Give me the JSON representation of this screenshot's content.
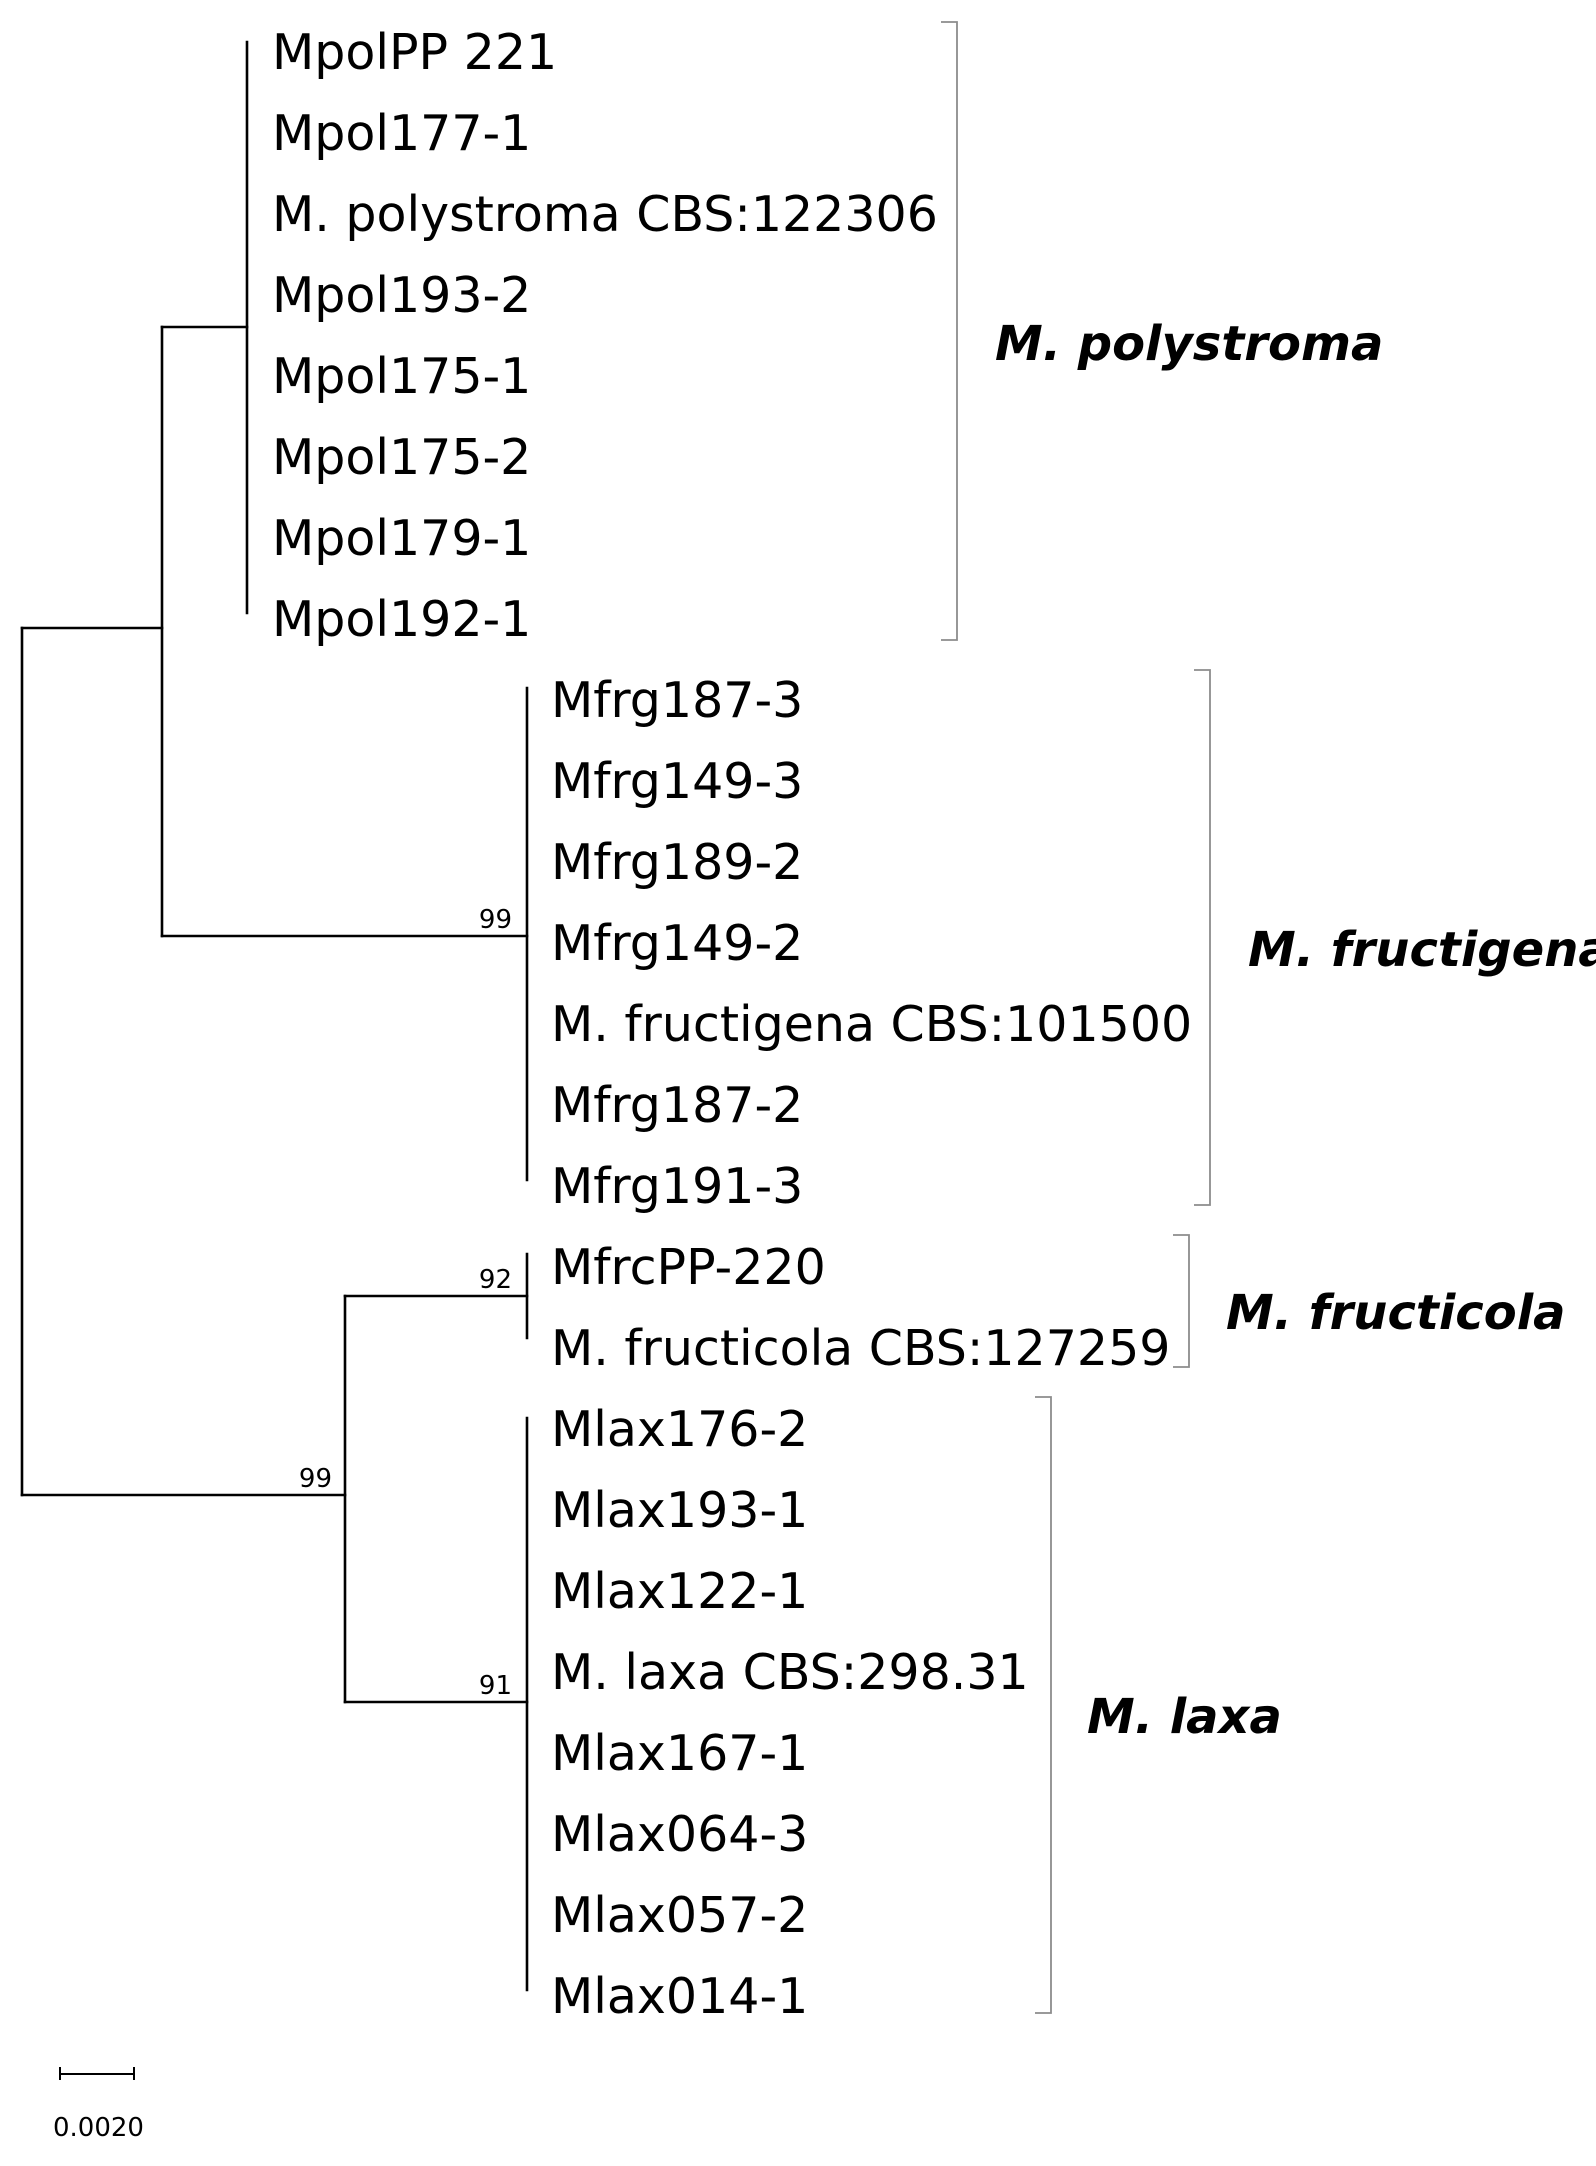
{
  "tree": {
    "groups": [
      {
        "name": "M. polystroma",
        "leaves": [
          "MpolPP 221",
          "Mpol177-1",
          "M. polystroma CBS:122306",
          "Mpol193-2",
          "Mpol175-1",
          "Mpol175-2",
          "Mpol179-1",
          "Mpol192-1"
        ]
      },
      {
        "name": "M. fructigena",
        "leaves": [
          "Mfrg187-3",
          "Mfrg149-3",
          "Mfrg189-2",
          "Mfrg149-2",
          "M. fructigena CBS:101500",
          "Mfrg187-2",
          "Mfrg191-3"
        ]
      },
      {
        "name": "M. fructicola",
        "leaves": [
          "MfrcPP-220",
          "M. fructicola CBS:127259"
        ]
      },
      {
        "name": "M. laxa",
        "leaves": [
          "Mlax176-2",
          "Mlax193-1",
          "Mlax122-1",
          "M. laxa CBS:298.31",
          "Mlax167-1",
          "Mlax064-3",
          "Mlax057-2",
          "Mlax014-1"
        ]
      }
    ],
    "bootstrap": {
      "fructigena_clade": "99",
      "fructicola_clade": "92",
      "laxa_fructicola_clade": "99",
      "laxa_clade": "91"
    },
    "scale_bar": "0.0020"
  }
}
